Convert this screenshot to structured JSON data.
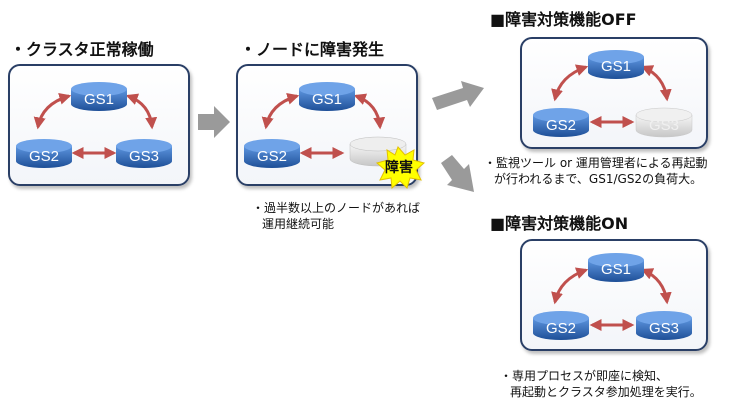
{
  "headings": {
    "cluster_normal": "・クラスタ正常稼働",
    "node_fault": "・ノードに障害発生",
    "feature_off": "■障害対策機能OFF",
    "feature_on": "■障害対策機能ON"
  },
  "nodes": {
    "gs1": "GS1",
    "gs2": "GS2",
    "gs3": "GS3"
  },
  "fault_label": "障害",
  "notes": {
    "majority_line1": "・過半数以上のノードがあれば",
    "majority_line2": "運用継続可能",
    "off_line1": "・監視ツール or 運用管理者による再起動",
    "off_line2": "が行われるまで、GS1/GS2の負荷大。",
    "on_line1": "・専用プロセスが即座に検知、",
    "on_line2": "再起動とクラスタ参加処理を実行。"
  },
  "colors": {
    "node_blue": "#2f6dc0",
    "node_failed": "#d9d9d9",
    "arrow_red": "#c0504d",
    "flow_gray": "#9a9a9a",
    "panel_border": "#2a3f66",
    "fault_star": "#ffff00"
  }
}
